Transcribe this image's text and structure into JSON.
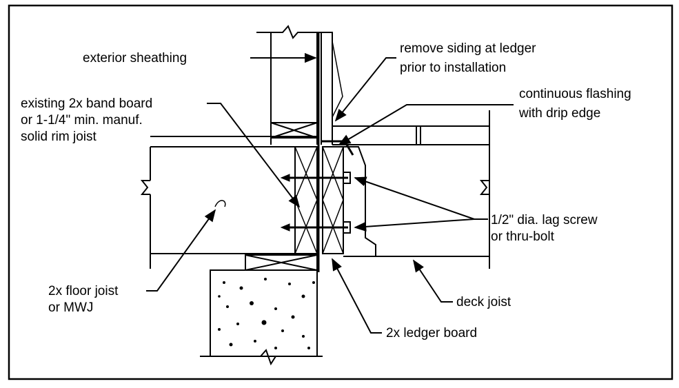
{
  "labels": {
    "exterior_sheathing": "exterior sheathing",
    "remove_siding_1": "remove siding at ledger",
    "remove_siding_2": "prior to installation",
    "flashing_1": "continuous flashing",
    "flashing_2": "with drip edge",
    "band_board_1": "existing 2x band board",
    "band_board_2": "or 1-1/4\" min. manuf.",
    "band_board_3": "solid rim joist",
    "lag_screw_1": "1/2\" dia. lag screw",
    "lag_screw_2": "or thru-bolt",
    "floor_joist_1": "2x floor joist",
    "floor_joist_2": "or MWJ",
    "deck_joist": "deck joist",
    "ledger_board": "2x ledger board"
  },
  "colors": {
    "line": "#000000",
    "background": "#ffffff"
  }
}
